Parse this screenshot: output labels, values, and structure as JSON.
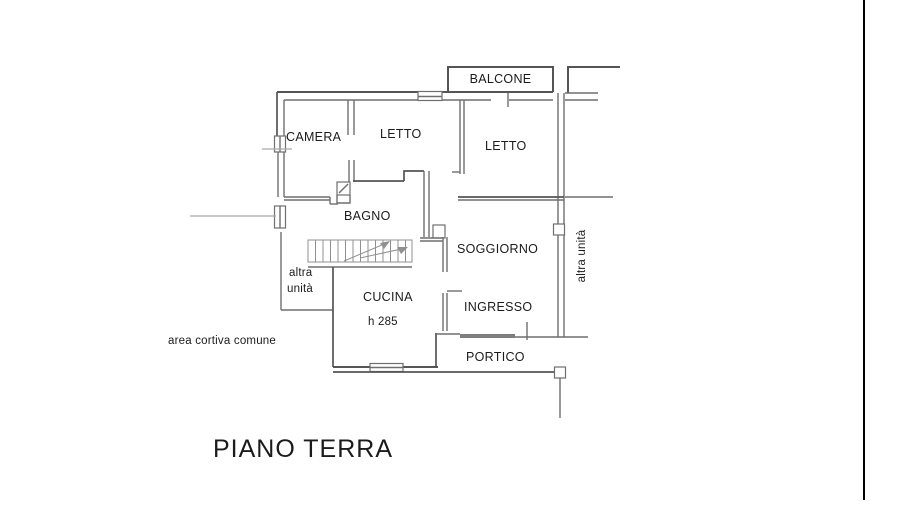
{
  "page": {
    "title": "PIANO TERRA"
  },
  "rooms": {
    "balcone": "BALCONE",
    "camera": "CAMERA",
    "letto_left": "LETTO",
    "letto_right": "LETTO",
    "bagno": "BAGNO",
    "soggiorno": "SOGGIORNO",
    "cucina": "CUCINA",
    "cucina_height": "h 285",
    "ingresso": "INGRESSO",
    "portico": "PORTICO"
  },
  "annotations": {
    "altra_unita_left_line1": "altra",
    "altra_unita_left_line2": "unità",
    "altra_unita_right": "altra unità",
    "area_cortiva": "area cortiva comune"
  },
  "colors": {
    "wall": "#6f6f6f",
    "wall_dark": "#555555",
    "stair": "#909090",
    "guide": "#a9a9a9",
    "threshold": "#7e7e7e",
    "text": "#1b1b1b",
    "page_border": "#000000"
  }
}
